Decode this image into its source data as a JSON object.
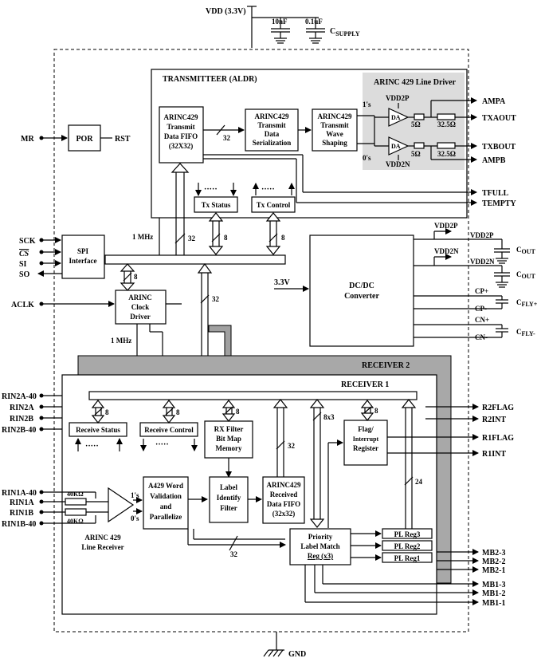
{
  "supply": {
    "vdd": "VDD (3.3V)",
    "cap1": "10nF",
    "cap2": "0.1uF",
    "csupply_main": "C",
    "csupply_sub": "SUPPLY",
    "gnd": "GND"
  },
  "transmitter": {
    "title": "TRANSMITTEER (ALDR)",
    "line_driver_title": "ARINC 429 Line Driver",
    "fifo": [
      "ARINC429",
      "Transmit",
      "Data FIFO",
      "(32X32)"
    ],
    "serialization": [
      "ARINC429",
      "Transmit",
      "Data",
      "Serialization"
    ],
    "wave_shaping": [
      "ARINC429",
      "Transmit",
      "Wave",
      "Shaping"
    ],
    "ones": "1's",
    "zeros": "0's",
    "vdd2p": "VDD2P",
    "vdd2n": "VDD2N",
    "da": "DA",
    "r5": "5Ω",
    "r325": "32.5Ω",
    "tx_status": "Tx Status",
    "tx_control": "Tx Control",
    "dots": "·····"
  },
  "outputs_tx": [
    "AMPA",
    "TXAOUT",
    "TXBOUT",
    "AMPB",
    "TFULL",
    "TEMPTY"
  ],
  "bus": {
    "w32": "32",
    "w8": "8",
    "w8x3": "8x3",
    "w24": "24",
    "mhz": "1 MHz"
  },
  "por": {
    "label": "POR",
    "mr": "MR",
    "rst": "RST"
  },
  "spi": {
    "label": [
      "SPI",
      "Interface"
    ],
    "pins": [
      "SCK",
      "CS",
      "SI",
      "SO"
    ]
  },
  "clock": {
    "label": [
      "ARINC",
      "Clock",
      "Driver"
    ],
    "aclk": "ACLK"
  },
  "dcdc": {
    "label": [
      "DC/DC",
      "Converter"
    ],
    "in": "3.3V",
    "vdd2p": "VDD2P",
    "vdd2n": "VDD2N",
    "cout_main": "C",
    "cout_sub": "OUT",
    "cfly_main": "C",
    "cfly_plus": "FLY+",
    "cfly_minus": "FLY-",
    "pins": [
      "CP+",
      "CP-",
      "CN+",
      "CN-"
    ]
  },
  "receiver2": {
    "title": "RECEIVER 2"
  },
  "receiver1": {
    "title": "RECEIVER 1",
    "receive_status": "Receive Status",
    "receive_control": "Receive Control",
    "rx_filter": [
      "RX Filter",
      "Bit Map",
      "Memory"
    ],
    "flag_register": [
      "Flag/",
      "Interrupt",
      "Register"
    ],
    "word_validation": [
      "A429 Word",
      "Validation",
      "and",
      "Parallelize"
    ],
    "label_filter": [
      "Label",
      "Identify",
      "Filter"
    ],
    "rx_fifo": [
      "ARINC429",
      "Received",
      "Data FIFO",
      "(32x32)"
    ],
    "priority": [
      "Priority",
      "Label Match",
      "Reg (x3)"
    ],
    "pl_regs": [
      "PL Reg3",
      "PL Reg2",
      "PL Reg1"
    ],
    "line_receiver": [
      "ARINC 429",
      "Line Receiver"
    ],
    "r40k": "40KΩ",
    "ones": "1's",
    "zeros": "0's",
    "dots": "·····"
  },
  "inputs_rx": [
    "RIN2A-40",
    "RIN2A",
    "RIN2B",
    "RIN2B-40",
    "RIN1A-40",
    "RIN1A",
    "RIN1B",
    "RIN1B-40"
  ],
  "outputs_rx": [
    "R2FLAG",
    "R2INT",
    "R1FLAG",
    "R1INT",
    "MB2-3",
    "MB2-2",
    "MB2-1",
    "MB1-3",
    "MB1-2",
    "MB1-1"
  ]
}
